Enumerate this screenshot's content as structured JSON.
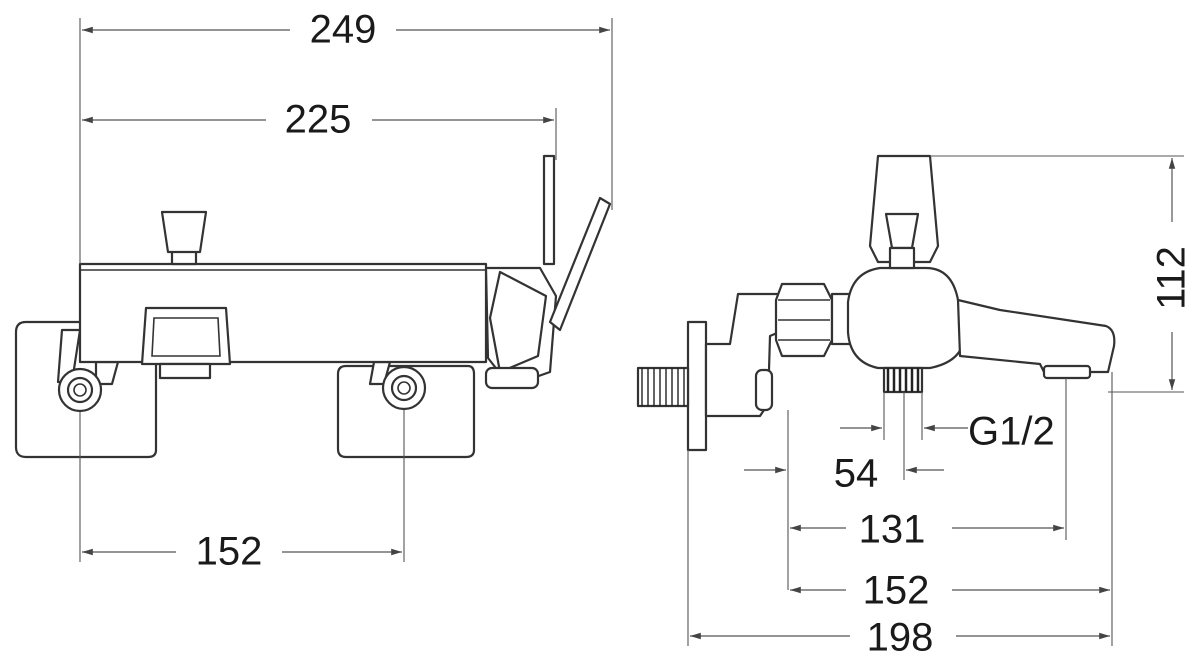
{
  "dimensions": {
    "front_overall_width": "249",
    "front_body_width": "225",
    "front_wall_centers": "152",
    "side_height": "112",
    "side_thread": "G1/2",
    "side_inlet_offset": "54",
    "side_spout_offset": "131",
    "side_body_depth": "152",
    "side_overall_depth": "198"
  },
  "colors": {
    "line": "#333333",
    "dimension_line": "#555555",
    "background": "#ffffff"
  }
}
